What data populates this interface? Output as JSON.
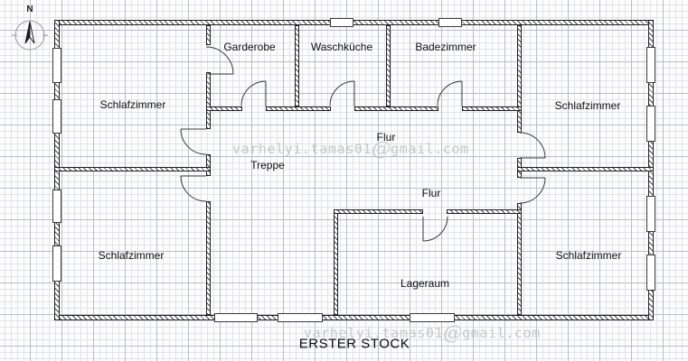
{
  "title": {
    "text": "ERSTER STOCK"
  },
  "compass": {
    "north": "N"
  },
  "watermark": {
    "user": "varhelyi.tamas01",
    "at": "@",
    "domain": "gmail.com"
  },
  "rooms": {
    "schlafzimmer_nw": "Schlafzimmer",
    "garderobe": "Garderobe",
    "waschkueche": "Waschküche",
    "badezimmer": "Badezimmer",
    "schlafzimmer_ne": "Schlafzimmer",
    "flur_top": "Flur",
    "treppe": "Treppe",
    "flur_bottom": "Flur",
    "schlafzimmer_sw": "Schlafzimmer",
    "lageraum": "Lageraum",
    "schlafzimmer_se": "Schlafzimmer"
  },
  "colors": {
    "wall": "#1f1f1f",
    "grid_minor": "#e2e3e8",
    "grid_major": "#b9bdc6",
    "watermark": "#c6c8c8",
    "label": "#111111"
  }
}
